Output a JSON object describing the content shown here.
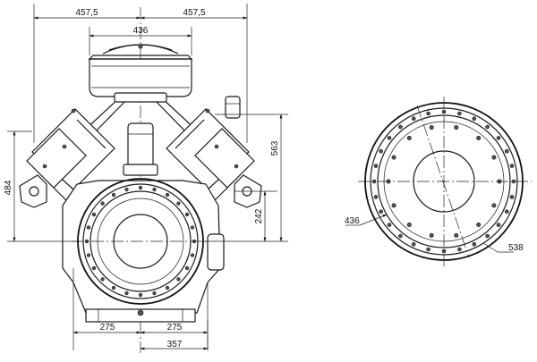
{
  "front_view": {
    "dims": {
      "top_left": "457,5",
      "top_right": "457,5",
      "filter_width": "436",
      "left_height": "484",
      "right_height_upper": "563",
      "right_height_lower": "242",
      "bottom_left": "275",
      "bottom_right": "275",
      "bottom_overall": "357"
    }
  },
  "flange_view": {
    "dims": {
      "inner_diameter": "436",
      "outer_diameter": "538"
    }
  }
}
